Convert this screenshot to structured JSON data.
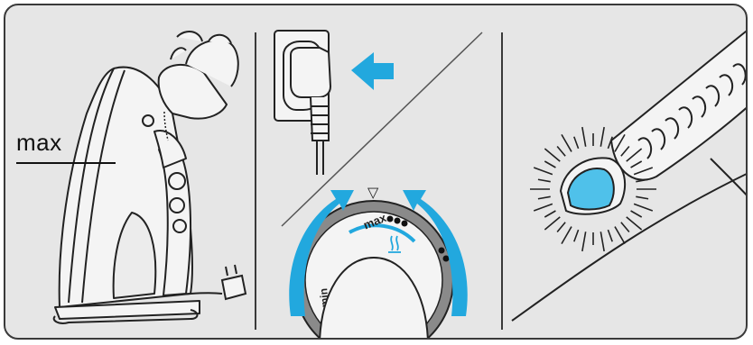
{
  "panels": [
    {
      "id": "fill-water",
      "water_level_label": "max"
    },
    {
      "id": "plug-and-set",
      "dial": {
        "marker": "▽",
        "max_label": "max",
        "min_label": "min",
        "steam_symbol": "steam-icon"
      }
    },
    {
      "id": "heating-light"
    }
  ],
  "colors": {
    "accent": "#22a8de",
    "background": "#e6e6e6",
    "line": "#222222",
    "indicator": "#4fc1ea"
  }
}
